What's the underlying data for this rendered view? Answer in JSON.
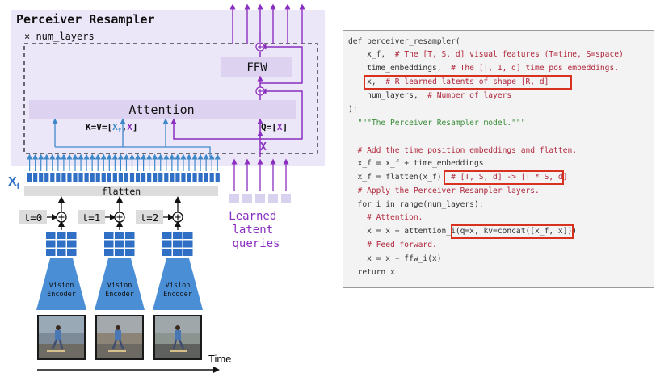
{
  "diagram": {
    "title": "Perceiver Resampler",
    "repeat_label": "× num_layers",
    "ffw_label": "FFW",
    "attention_label": "Attention",
    "kv_prefix": "K=V=[",
    "kv_xf": "X",
    "kv_xf_sub": "f",
    "kv_sep": ",",
    "kv_x": "X",
    "kv_suffix": "]",
    "q_prefix": "Q=[",
    "q_x": "X",
    "q_suffix": "]",
    "x_label": "X",
    "xf_label": "X",
    "xf_sub": "f",
    "flatten_label": "flatten",
    "timesteps": [
      "t=0",
      "t=1",
      "t=2"
    ],
    "encoder_label": "Vision\nEncoder",
    "time_label": "Time",
    "latent_label": "Learned\nlatent\nqueries",
    "colors": {
      "panel_bg": "#ece7f8",
      "purple": "#8a2fc0",
      "blue": "#3e88c9",
      "tile_blue": "#2f6fc6",
      "latent_tile": "#d9d2ee"
    }
  },
  "code": {
    "lines": [
      [
        {
          "t": "def perceiver_resampler(",
          "k": "plain"
        }
      ],
      [
        {
          "t": "    x_f,  ",
          "k": "plain"
        },
        {
          "t": "# The [T, S, d] visual features (T=time, S=space)",
          "k": "comment"
        }
      ],
      [
        {
          "t": "    time_embeddings,  ",
          "k": "plain"
        },
        {
          "t": "# The [T, 1, d] time pos embeddings.",
          "k": "comment"
        }
      ],
      [
        {
          "t": "    x,  ",
          "k": "plain"
        },
        {
          "t": "# R learned latents of shape [R, d]",
          "k": "comment"
        }
      ],
      [
        {
          "t": "    num_layers,  ",
          "k": "plain"
        },
        {
          "t": "# Number of layers",
          "k": "comment"
        }
      ],
      [
        {
          "t": "):",
          "k": "plain"
        }
      ],
      [
        {
          "t": "  \"\"\"The Perceiver Resampler model.\"\"\"",
          "k": "doc"
        }
      ],
      [
        {
          "t": "",
          "k": "plain"
        }
      ],
      [
        {
          "t": "  # Add the time position embeddings and flatten.",
          "k": "comment"
        }
      ],
      [
        {
          "t": "  x_f = x_f + time_embeddings",
          "k": "plain"
        }
      ],
      [
        {
          "t": "  x_f = flatten(x_f)  ",
          "k": "plain"
        },
        {
          "t": "# [T, S, d] -> [T * S, d]",
          "k": "comment"
        }
      ],
      [
        {
          "t": "  # Apply the Perceiver Resampler layers.",
          "k": "comment"
        }
      ],
      [
        {
          "t": "  for i in range(num_layers):",
          "k": "plain"
        }
      ],
      [
        {
          "t": "    # Attention.",
          "k": "comment"
        }
      ],
      [
        {
          "t": "    x = x + attention_i(q=x, kv=concat([x_f, x]))",
          "k": "plain"
        }
      ],
      [
        {
          "t": "    # Feed forward.",
          "k": "comment"
        }
      ],
      [
        {
          "t": "    x = x + ffw_i(x)",
          "k": "plain"
        }
      ],
      [
        {
          "t": "  return x",
          "k": "plain"
        }
      ]
    ]
  }
}
